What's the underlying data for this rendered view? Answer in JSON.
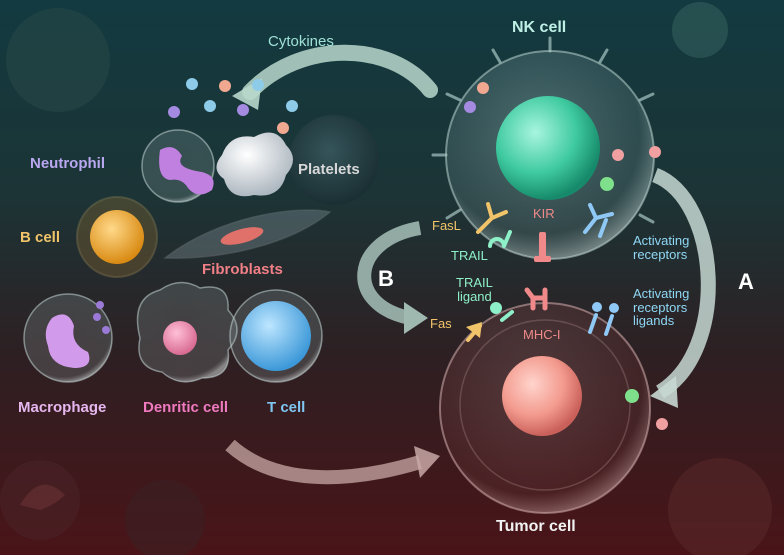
{
  "colors": {
    "cytokines_label": "#9fe0d6",
    "nk_label": "#bff0e6",
    "neutrophil": "#b9a8f0",
    "b_cell": "#f2c46a",
    "platelets": "#d8d8d8",
    "fibroblasts": "#f07f86",
    "macrophage": "#e6b6ee",
    "dendritic": "#f07ac0",
    "t_cell": "#7fc6f2",
    "fasl": "#f2c46a",
    "trail": "#8ef0c8",
    "kir": "#f08a8a",
    "activating": "#8fd8f5",
    "tumor_label": "#f2f2f2",
    "arrow": "#bfe0d6"
  },
  "labels": {
    "cytokines": "Cytokines",
    "nk_cell": "NK cell",
    "neutrophil": "Neutrophil",
    "platelets": "Platelets",
    "b_cell": "B cell",
    "fibroblasts": "Fibroblasts",
    "macrophage": "Macrophage",
    "dendritic_cell": "Denritic cell",
    "t_cell": "T cell",
    "tumor_cell": "Tumor cell",
    "pathway_a": "A",
    "pathway_b": "B"
  },
  "receptors": {
    "fasl": "FasL",
    "trail": "TRAIL",
    "kir": "KIR",
    "activating_receptors": "Activating\nreceptors",
    "trail_ligand": "TRAIL\nligand",
    "fas": "Fas",
    "mhc_i": "MHC-I",
    "activating_receptors_ligands": "Activating\nreceptors\nligands"
  }
}
